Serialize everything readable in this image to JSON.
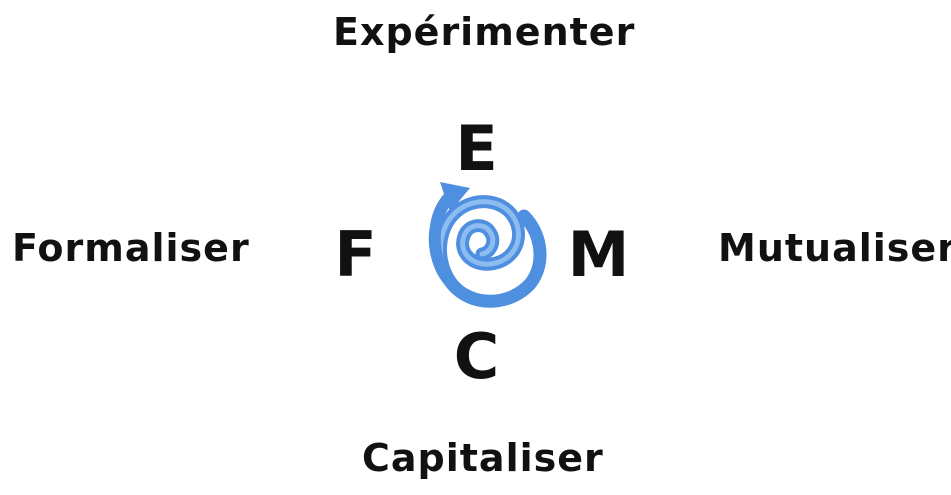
{
  "diagram": {
    "words": {
      "top": "Expérimenter",
      "left": "Formaliser",
      "right": "Mutualiser",
      "bottom": "Capitaliser"
    },
    "letters": {
      "top": "E",
      "left": "F",
      "right": "M",
      "bottom": "C"
    },
    "spiral": {
      "icon": "spiral-arrow-icon",
      "color_main": "#4f8fe0",
      "color_light": "#8cbcf0"
    }
  }
}
